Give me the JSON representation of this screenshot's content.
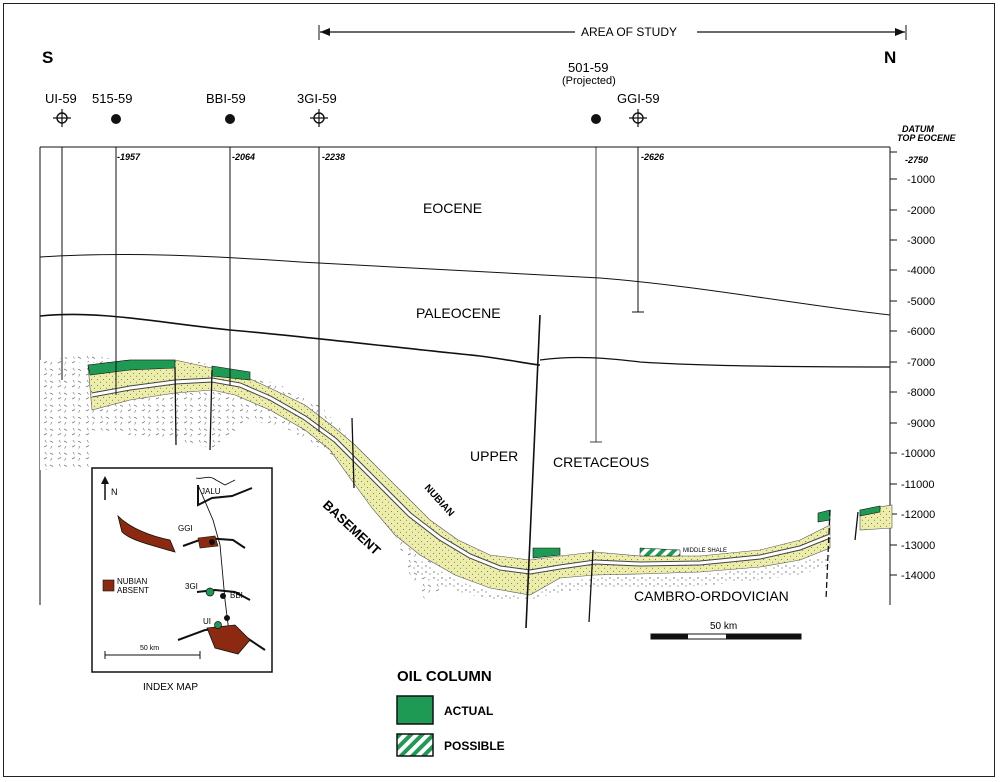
{
  "header": {
    "south": "S",
    "north": "N",
    "area_of_study": "AREA OF STUDY",
    "datum_line1": "DATUM",
    "datum_line2": "TOP EOCENE"
  },
  "wells": [
    {
      "name": "UI-59",
      "symbol": "dry",
      "depth": ""
    },
    {
      "name": "515-59",
      "symbol": "oil",
      "depth": "-1957"
    },
    {
      "name": "BBI-59",
      "symbol": "oil",
      "depth": "-2064"
    },
    {
      "name": "3GI-59",
      "symbol": "dry",
      "depth": "-2238"
    },
    {
      "name": "501-59",
      "sub": "(Projected)",
      "symbol": "oil",
      "depth": ""
    },
    {
      "name": "GGI-59",
      "symbol": "dry",
      "depth": "-2626"
    }
  ],
  "depth_scale": [
    "-2750",
    "-1000",
    "-2000",
    "-3000",
    "-4000",
    "-5000",
    "-6000",
    "-7000",
    "-8000",
    "-9000",
    "-10000",
    "-11000",
    "-12000",
    "-13000",
    "-14000"
  ],
  "units": {
    "eocene": "EOCENE",
    "paleocene": "PALEOCENE",
    "upper": "UPPER",
    "cretaceous": "CRETACEOUS",
    "nubian": "NUBIAN",
    "basement": "BASEMENT",
    "middle_shale": "MIDDLE SHALE",
    "cambro": "CAMBRO-ORDOVICIAN"
  },
  "scale_bar": "50 km",
  "index_map": {
    "caption": "INDEX MAP",
    "north": "N",
    "jalu": "JALU",
    "ggi": "GGI",
    "tgi": "3GI",
    "bbi": "BBI",
    "ui": "UI",
    "legend_line1": "NUBIAN",
    "legend_line2": "ABSENT",
    "scale": "50 km"
  },
  "legend": {
    "title": "OIL COLUMN",
    "actual": "ACTUAL",
    "possible": "POSSIBLE"
  },
  "colors": {
    "nubian_sand": "#ecedab",
    "oil_actual": "#1e9a55",
    "nubian_absent": "#8b2a10",
    "line": "#111111"
  }
}
